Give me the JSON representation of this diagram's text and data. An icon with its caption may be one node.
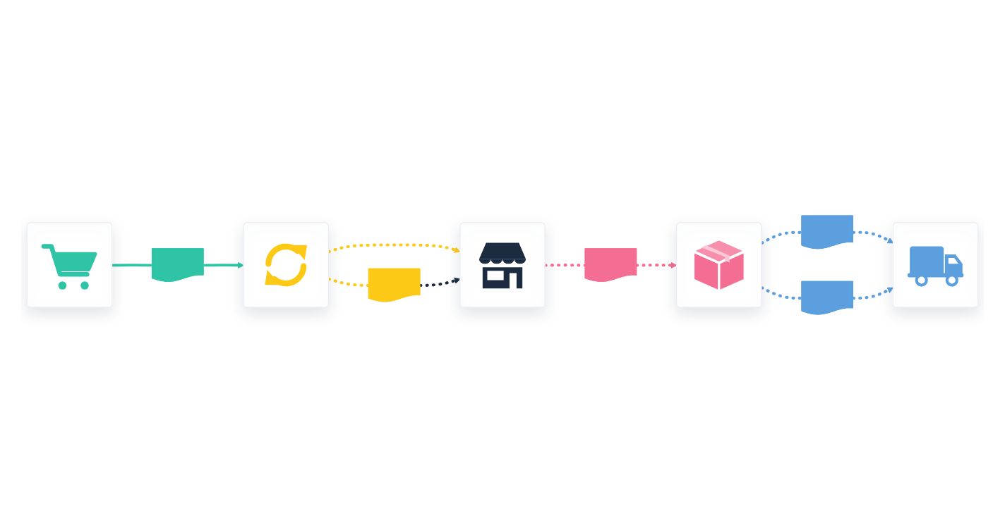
{
  "diagram": {
    "nodes": [
      {
        "text": [],
        "shape": "box"
      },
      {
        "text": [],
        "shape": "box"
      },
      {
        "text": [],
        "shape": "box"
      },
      {
        "text": [],
        "shape": "box"
      },
      {
        "text": [],
        "shape": "box"
      },
      {
        "text": [],
        "shape": "document"
      },
      {
        "text": [],
        "shape": "document"
      },
      {
        "text": [],
        "shape": "document"
      },
      {
        "text": [],
        "shape": "document"
      },
      {
        "text": [],
        "shape": "document"
      }
    ],
    "edges": [
      {
        "from": 0,
        "to": 5,
        "arrow": "none",
        "color": "#2ec4a5"
      },
      {
        "from": 5,
        "to": 1,
        "arrow": "to",
        "color": "#2ec4a5"
      },
      {
        "from": 1,
        "to": 2,
        "arrow": "to",
        "style": "dashed",
        "color": "#fcc917"
      },
      {
        "from": 1,
        "to": 6,
        "arrow": "none",
        "style": "dashed",
        "color": "#fcc917"
      },
      {
        "from": 6,
        "to": 2,
        "arrow": "to",
        "style": "dashed",
        "color": "#1c2b40"
      },
      {
        "from": 2,
        "to": 7,
        "arrow": "none",
        "style": "dashed",
        "color": "#f46d93"
      },
      {
        "from": 7,
        "to": 3,
        "arrow": "to",
        "style": "dashed",
        "color": "#f46d93"
      },
      {
        "from": 3,
        "to": 8,
        "arrow": "none",
        "style": "dashed",
        "color": "#5b9fde"
      },
      {
        "from": 8,
        "to": 4,
        "arrow": "to",
        "style": "dashed",
        "color": "#5b9fde"
      },
      {
        "from": 3,
        "to": 9,
        "arrow": "none",
        "style": "dashed",
        "color": "#5b9fde"
      },
      {
        "from": 9,
        "to": 4,
        "arrow": "to",
        "style": "dashed",
        "color": "#5b9fde"
      }
    ]
  }
}
